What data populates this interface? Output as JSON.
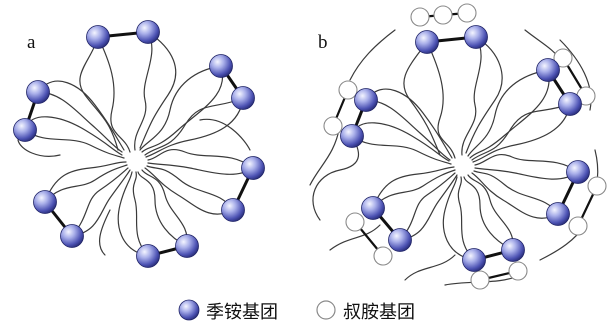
{
  "panels": {
    "a": {
      "label": "a"
    },
    "b": {
      "label": "b"
    }
  },
  "legend": {
    "quaternary": {
      "label": "季铵基团"
    },
    "tertiary": {
      "label": "叔胺基团"
    }
  },
  "colors": {
    "quaternary_ball_light": "#d6d8f6",
    "quaternary_ball_dark": "#2b2f7c",
    "tertiary_ball_fill": "#ffffff",
    "tertiary_ball_stroke": "#8a8a8a",
    "chain": "#3a3a3a",
    "bond": "#111111"
  }
}
